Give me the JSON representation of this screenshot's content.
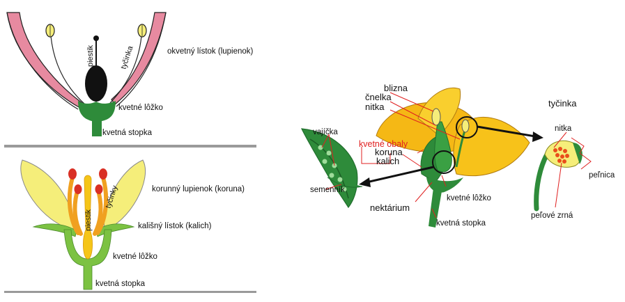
{
  "diagram_a": {
    "labels": {
      "piestik": "piestik",
      "tycinka": "tyčinka",
      "okvetny_listok": "okvetný lístok (lupienok)",
      "kvetne_lozko": "kvetné lôžko",
      "kvetna_stopka": "kvetná stopka"
    }
  },
  "diagram_b": {
    "labels": {
      "korunny_lupienok": "korunný lupienok (koruna)",
      "tycinky": "tyčinky",
      "piestik": "piestik",
      "kalisny_listok": "kališný lístok (kalich)",
      "kvetne_lozko": "kvetné lôžko",
      "kvetna_stopka": "kvetná stopka"
    }
  },
  "diagram_c": {
    "labels": {
      "blizna": "blizna",
      "cnelka": "čnelka",
      "nitka": "nitka",
      "kvetne_obaly": "kvetné obaly",
      "koruna": "koruna",
      "kalich": "kalich",
      "vajicka": "vajíčka",
      "semennik": "semenník",
      "nektarium": "nektárium",
      "kvetne_lozko": "kvetné lôžko",
      "kvetna_stopka": "kvetná stopka",
      "tycinka_title": "tyčinka",
      "tycinka_nitka": "nitka",
      "pelnica": "peľnica",
      "pelove_zrna": "peľové zrná"
    }
  },
  "colors": {
    "green": "#2e8b3a",
    "dark_green": "#1f6e2c",
    "yellow": "#f5c518",
    "orange": "#f0a020",
    "pink": "#e78aa0",
    "red": "#d93025",
    "pale_yellow": "#f5ee7a"
  }
}
